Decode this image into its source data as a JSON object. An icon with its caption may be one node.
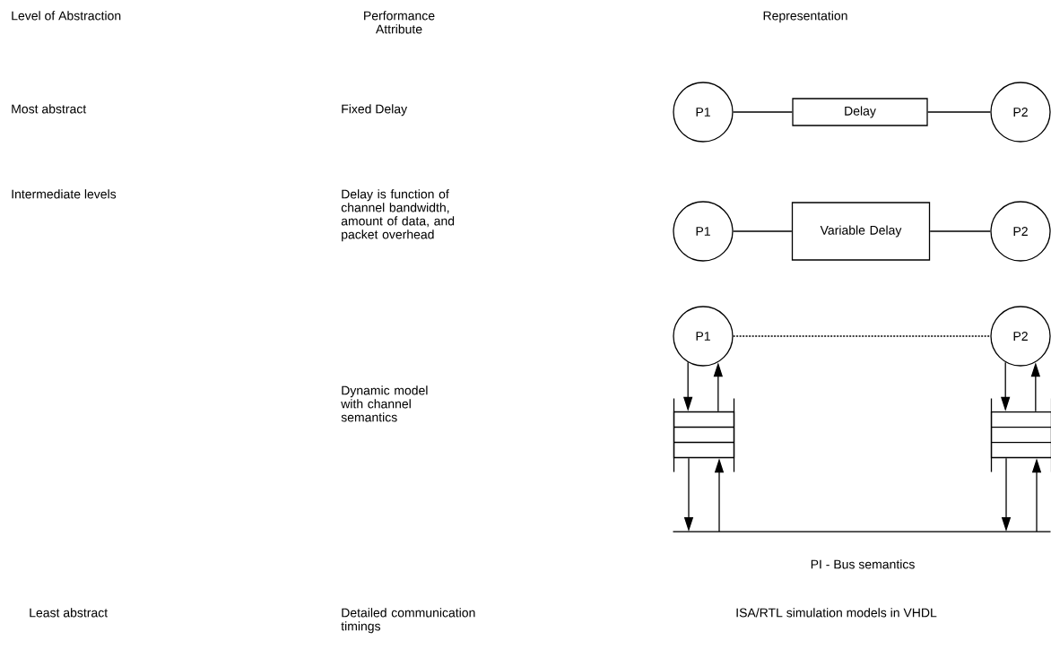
{
  "diagram": {
    "nodes": [
      {
        "text": [
          "P1"
        ]
      },
      {
        "text": [
          "Delay"
        ]
      },
      {
        "text": [
          "P2"
        ]
      },
      {
        "text": [
          "P1"
        ]
      },
      {
        "text": [
          "Variable Delay"
        ]
      },
      {
        "text": [
          "P2"
        ]
      },
      {
        "text": [
          "P1"
        ]
      },
      {
        "text": [
          "P2"
        ]
      },
      {
        "text": [],
        "shape": "box"
      },
      {
        "text": [],
        "shape": "box"
      },
      {
        "text": [],
        "shape": "bar"
      }
    ],
    "edges": [
      {
        "from": 0,
        "to": 1,
        "arrow": "none"
      },
      {
        "from": 1,
        "to": 2,
        "arrow": "none"
      },
      {
        "from": 3,
        "to": 4,
        "arrow": "none"
      },
      {
        "from": 4,
        "to": 5,
        "arrow": "none"
      },
      {
        "from": 6,
        "to": 7,
        "arrow": "none",
        "style": "dashed"
      },
      {
        "from": 6,
        "to": 8,
        "arrow": "to"
      },
      {
        "from": 8,
        "to": 6,
        "arrow": "to"
      },
      {
        "from": 8,
        "to": 10,
        "arrow": "to"
      },
      {
        "from": 10,
        "to": 8,
        "arrow": "to"
      },
      {
        "from": 7,
        "to": 9,
        "arrow": "to"
      },
      {
        "from": 9,
        "to": 7,
        "arrow": "to"
      },
      {
        "from": 9,
        "to": 10,
        "arrow": "to"
      },
      {
        "from": 10,
        "to": 9,
        "arrow": "to"
      }
    ],
    "labels": [
      "Level of Abstraction",
      "Performance Attribute",
      "Representation",
      "Most abstract",
      "Fixed Delay",
      "Intermediate levels",
      "Delay is function of channel bandwidth, amount of data, and packet overhead",
      "Dynamic model with channel semantics",
      "PI - Bus semantics",
      "Least abstract",
      "Detailed communication timings",
      "ISA/RTL simulation models in VHDL"
    ]
  }
}
